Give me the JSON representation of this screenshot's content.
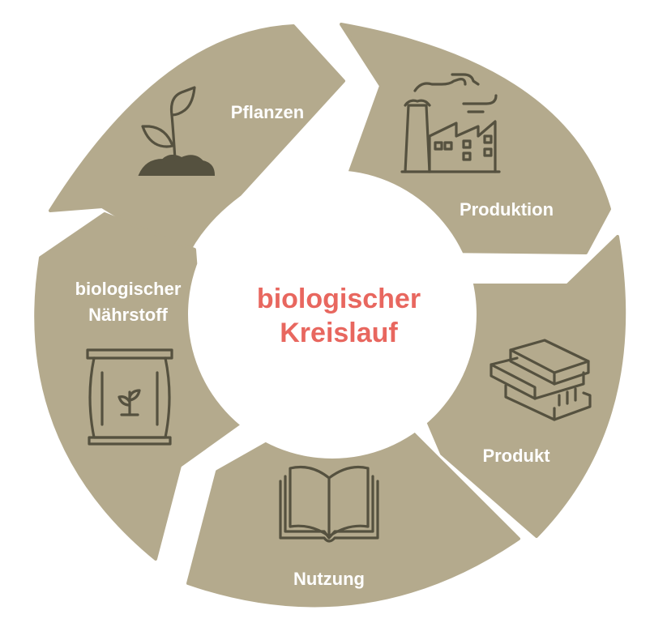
{
  "center": {
    "line1": "biologischer",
    "line2": "Kreislauf"
  },
  "segments": {
    "pflanzen": {
      "label": "Pflanzen",
      "icon": "sprout-icon"
    },
    "produktion": {
      "label": "Produktion",
      "icon": "factory-icon"
    },
    "produkt": {
      "label": "Produkt",
      "icon": "books-stack-icon"
    },
    "nutzung": {
      "label": "Nutzung",
      "icon": "open-book-icon"
    },
    "naehrstoff": {
      "line1": "biologischer",
      "line2": "Nährstoff",
      "icon": "fertilizer-bag-icon"
    }
  },
  "colors": {
    "segment": "#b4aa8d",
    "icon": "#55513f",
    "label": "#ffffff",
    "center_text": "#e8675f",
    "background": "#ffffff"
  }
}
